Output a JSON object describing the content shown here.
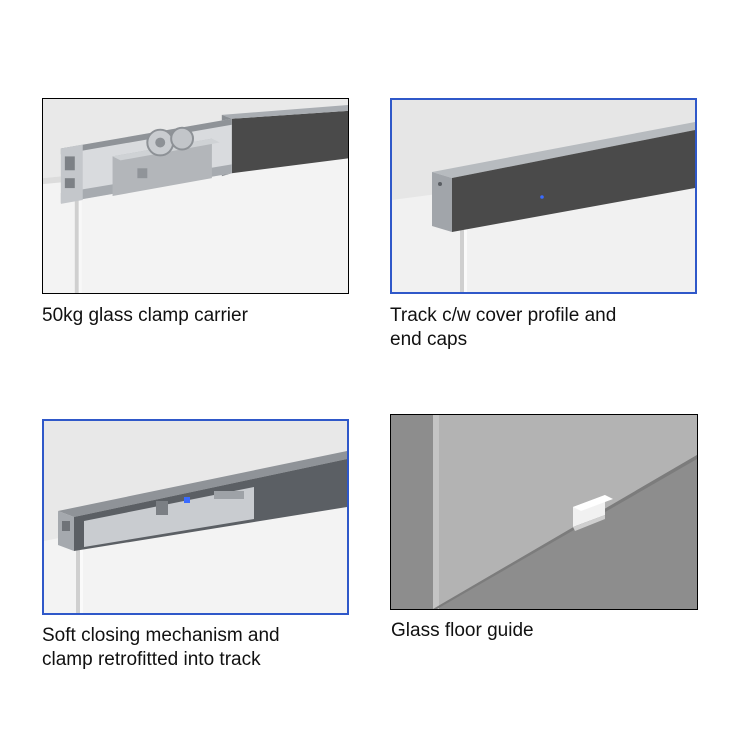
{
  "panels": [
    {
      "caption_lines": [
        "50kg glass clamp carrier"
      ]
    },
    {
      "caption_lines": [
        "Track c/w cover profile and",
        "end caps"
      ]
    },
    {
      "caption_lines": [
        "Soft closing mechanism and",
        "clamp retrofitted into track"
      ]
    },
    {
      "caption_lines": [
        "Glass floor guide"
      ]
    }
  ],
  "colors": {
    "frame_blue": "#2f58c9",
    "wall": "#e6e6e6",
    "glass": "#f4f4f4",
    "track_dark": "#4a4a4a",
    "aluminium": "#b9bcc0",
    "floor": "#8d8d8d"
  }
}
